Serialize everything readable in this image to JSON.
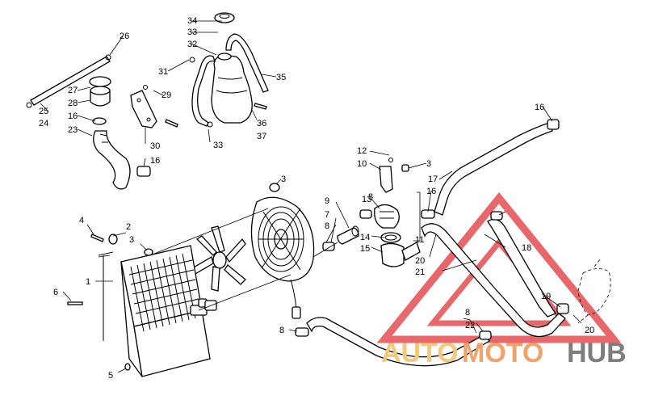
{
  "callouts": [
    "1",
    "2",
    "3",
    "3",
    "3",
    "4",
    "5",
    "6",
    "7",
    "8",
    "8",
    "8",
    "8",
    "9",
    "10",
    "11",
    "12",
    "13",
    "14",
    "15",
    "16",
    "16",
    "16",
    "16",
    "17",
    "18",
    "19",
    "20",
    "20",
    "21",
    "22",
    "23",
    "24",
    "25",
    "26",
    "27",
    "28",
    "29",
    "30",
    "31",
    "32",
    "33",
    "33",
    "34",
    "35",
    "36",
    "37"
  ],
  "watermark": {
    "brand_auto": "AUTO",
    "brand_moto": "MOTO",
    "brand_hub": "HUB",
    "color_auto": "#f4c97a",
    "color_moto": "#f2a36a",
    "color_hub": "#7d7d7d",
    "triangle_color": "#e0353a"
  }
}
